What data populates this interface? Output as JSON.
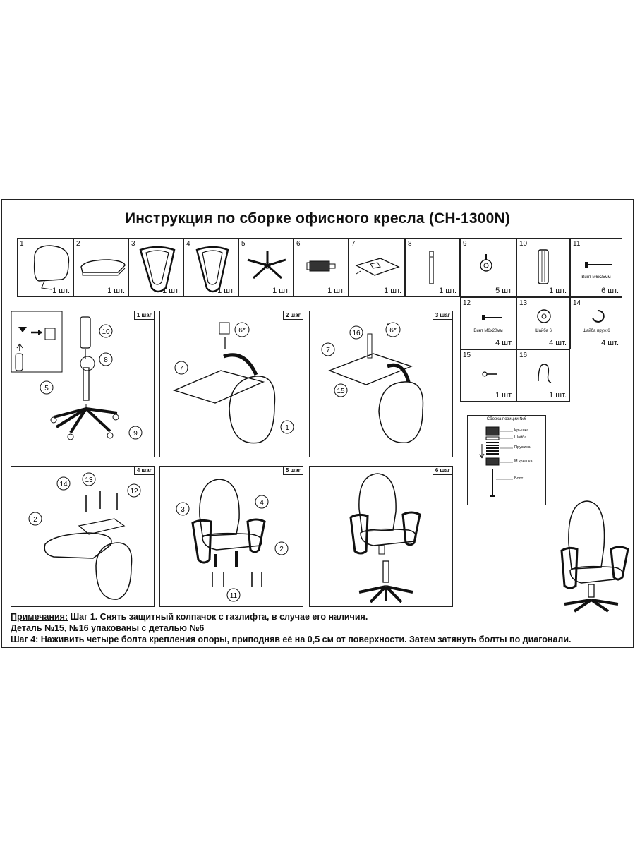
{
  "title": "Инструкция по сборке офисного кресла (CH-1300N)",
  "parts": [
    {
      "num": "1",
      "qty": "1 шт."
    },
    {
      "num": "2",
      "qty": "1 шт."
    },
    {
      "num": "3",
      "qty": "1 шт."
    },
    {
      "num": "4",
      "qty": "1 шт."
    },
    {
      "num": "5",
      "qty": "1 шт."
    },
    {
      "num": "6",
      "qty": "1 шт."
    },
    {
      "num": "7",
      "qty": "1 шт."
    },
    {
      "num": "8",
      "qty": "1 шт."
    },
    {
      "num": "9",
      "qty": "5 шт."
    },
    {
      "num": "10",
      "qty": "1 шт."
    },
    {
      "num": "11",
      "qty": "6 шт.",
      "caption": "Винт M6x25мм"
    },
    {
      "num": "12",
      "qty": "4 шт.",
      "caption": "Винт M6x20мм"
    },
    {
      "num": "13",
      "qty": "4 шт.",
      "caption": "Шайба 6"
    },
    {
      "num": "14",
      "qty": "4 шт.",
      "caption": "Шайба пруж 6"
    },
    {
      "num": "15",
      "qty": "1 шт."
    },
    {
      "num": "16",
      "qty": "1 шт."
    }
  ],
  "steps": [
    {
      "tag": "1 шаг",
      "callouts": [
        "10",
        "8",
        "5",
        "9"
      ]
    },
    {
      "tag": "2 шаг",
      "callouts": [
        "6*",
        "7",
        "1"
      ]
    },
    {
      "tag": "3 шаг",
      "callouts": [
        "16",
        "6*",
        "7",
        "15"
      ]
    },
    {
      "tag": "4 шаг",
      "callouts": [
        "14",
        "13",
        "12",
        "2"
      ]
    },
    {
      "tag": "5 шаг",
      "callouts": [
        "3",
        "4",
        "2",
        "11"
      ]
    },
    {
      "tag": "6 шаг",
      "callouts": []
    }
  ],
  "hardware": {
    "title": "Сборка позиции №6",
    "labels": [
      "Крышка",
      "Шайба",
      "Пружина",
      "М.крышка",
      "Болт"
    ]
  },
  "notes": {
    "label": "Примечания:",
    "line1": " Шаг 1. Снять защитный колпачок с газлифта, в случае его наличия.",
    "line2": "Деталь №15, №16 упакованы с деталью №6",
    "line3": "Шаг 4: Наживить четыре болта крепления опоры, приподняв её на 0,5 см от поверхности. Затем затянуть болты по диагонали."
  }
}
